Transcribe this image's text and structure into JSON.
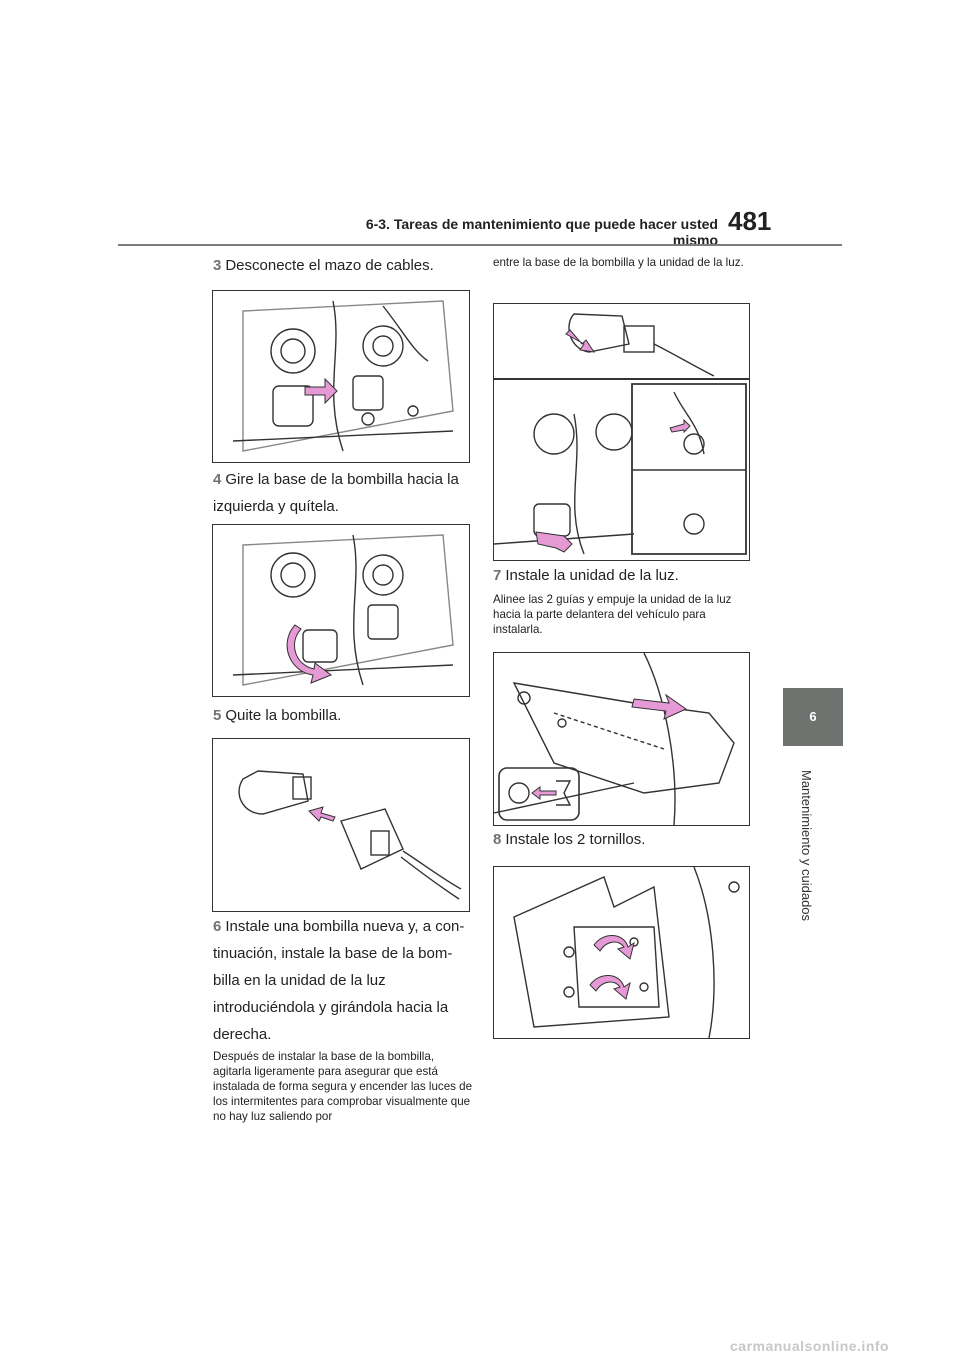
{
  "header": {
    "title": "6-3. Tareas de mantenimiento que puede hacer usted mismo",
    "page_number": "481"
  },
  "side_tab": {
    "number": "6",
    "label": "Mantenimiento y cuidados"
  },
  "steps": [
    {
      "num": "3",
      "text": "Desconecte el mazo de cables."
    },
    {
      "num": "4",
      "text": "Gire la base de la bombilla hacia la izquierda y quítela."
    },
    {
      "num": "5",
      "text": "Quite la bombilla."
    },
    {
      "num": "6",
      "text": "Instale una bombilla nueva y, a con-tinuación, instale la base de la bom-billa en la unidad de la luz introduciéndola y girándola hacia la derecha."
    },
    {
      "num": "7",
      "text": "Instale la unidad de la luz."
    },
    {
      "num": "8",
      "text": "Instale los 2 tornillos."
    }
  ],
  "notes": {
    "step6_left": "Después de instalar la base de la bombilla, agitarla ligeramente para asegurar que está instalada de forma segura y encender las luces de los intermitentes para comprobar visualmente que no hay luz saliendo por",
    "step6_right": "entre la base de la bombilla y la unidad de la luz.",
    "step7": "Alinee las 2 guías y empuje la unidad de la luz hacia la parte delantera del vehículo para instalarla."
  },
  "colors": {
    "accent": "#6f7370",
    "arrow": "#e59ad6",
    "rule": "#7d7d7d"
  },
  "watermark": "carmanualsonline.info"
}
